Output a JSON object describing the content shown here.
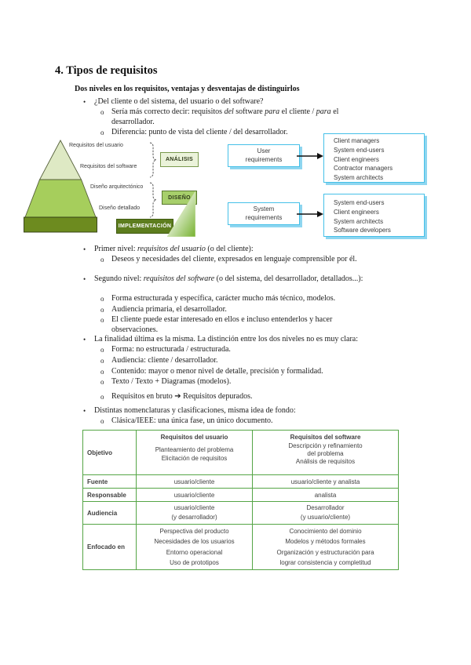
{
  "page": {
    "title": "4. Tipos de requisitos",
    "subtitle": "Dos niveles en los requisitos, ventajas y desventajas de distinguirlos"
  },
  "markers": {
    "level1": "•",
    "level2": "o"
  },
  "bullets": {
    "b1": "¿Del cliente o del sistema, del usuario o del software?",
    "b1_1": [
      {
        "t": "Sería más correcto decir: requisitos "
      },
      {
        "t": "del",
        "i": true
      },
      {
        "t": " software "
      },
      {
        "t": "para",
        "i": true
      },
      {
        "t": " el cliente / "
      },
      {
        "t": "para",
        "i": true
      },
      {
        "t": " el desarrollador."
      }
    ],
    "b1_2": "Diferencia: punto de vista del cliente / del desarrollador.",
    "b2": [
      {
        "t": "Primer nivel: "
      },
      {
        "t": "requisitos del usuario",
        "i": true
      },
      {
        "t": " (o del cliente):"
      }
    ],
    "b2_1": "Deseos y necesidades del cliente, expresados en lenguaje comprensible por él.",
    "b3": [
      {
        "t": "Segundo nivel: "
      },
      {
        "t": "requisitos del software",
        "i": true
      },
      {
        "t": " (o del sistema, del desarrollador, detallados...):"
      }
    ],
    "b3_1": "Forma estructurada y específica, carácter mucho más técnico, modelos.",
    "b3_2": "Audiencia primaria, el desarrollador.",
    "b3_3": "El cliente puede estar interesado en ellos e incluso entenderlos y hacer observaciones.",
    "b4": "La finalidad última es la misma. La distinción entre los dos niveles no es muy clara:",
    "b4_1": "Forma: no estructurada / estructurada.",
    "b4_2": "Audiencia: cliente / desarrollador.",
    "b4_3": "Contenido: mayor o menor nivel de detalle, precisión y formalidad.",
    "b4_4": "Texto / Texto + Diagramas (modelos).",
    "b4_5": "Requisitos en bruto ➔ Requisitos depurados.",
    "b5": "Distintas nomenclaturas y clasificaciones, misma idea de fondo:",
    "b5_1": "Clásica/IEEE: una única fase, un único documento."
  },
  "pyramid": {
    "levels": [
      "Requisitos del usuario",
      "Requisitos del software",
      "Diseño arquitectónico",
      "Diseño detallado"
    ],
    "stages": [
      "ANÁLISIS",
      "DISEÑO",
      "IMPLEMENTACIÓN"
    ]
  },
  "flow": {
    "user_req": "User requirements",
    "system_req": "System requirements",
    "user_audience": [
      "Client managers",
      "System end-users",
      "Client engineers",
      "Contractor managers",
      "System architects"
    ],
    "system_audience": [
      "System end-users",
      "Client engineers",
      "System architects",
      "Software developers"
    ]
  },
  "table": {
    "headers": [
      "Requisitos del usuario",
      "Requisitos del software"
    ],
    "rows": [
      {
        "label": "Objetivo",
        "user": [
          "Planteamiento del problema",
          "Elicitación de requisitos"
        ],
        "software": [
          "Descripción y refinamiento",
          "del problema",
          "Análisis de requisitos"
        ]
      },
      {
        "label": "Fuente",
        "user": [
          "usuario/cliente"
        ],
        "software": [
          "usuario/cliente y analista"
        ]
      },
      {
        "label": "Responsable",
        "user": [
          "usuario/cliente"
        ],
        "software": [
          "analista"
        ]
      },
      {
        "label": "Audiencia",
        "user": [
          "usuario/cliente",
          "(y desarrollador)"
        ],
        "software": [
          "Desarrollador",
          "(y usuario/cliente)"
        ]
      },
      {
        "label": "Enfocado en",
        "user": [
          "Perspectiva del producto",
          "Necesidades de los usuarios",
          "Entorno operacional",
          "Uso de prototipos"
        ],
        "software": [
          "Conocimiento del dominio",
          "Modelos y métodos formales",
          "Organización y estructuración para",
          "lograr consistencia y completitud"
        ]
      }
    ]
  },
  "theme": {
    "pyramid_top": "#dee9c4",
    "pyramid_mid": "#a6ce5c",
    "pyramid_bottom": "#6d8b1f",
    "stage_light": "#ebf3da",
    "stage_mid": "#a7cf6b",
    "stage_dark": "#5d7d1e",
    "flow_border": "#45c0e8",
    "flow_shadow": "#8ed6f0",
    "table_border": "#55a546",
    "table_text": "#3f3f3f",
    "swoosh_start": "#fbfdf8",
    "swoosh_end": "#76b12f"
  }
}
